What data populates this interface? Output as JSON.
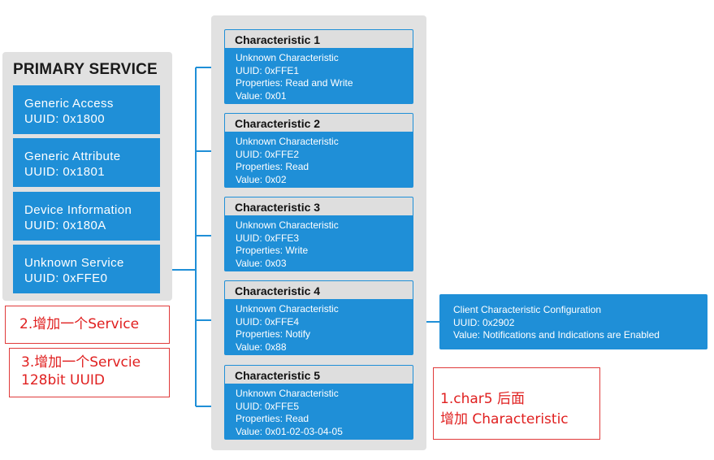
{
  "primary": {
    "title": "PRIMARY SERVICE",
    "services": [
      {
        "name": "Generic Access",
        "uuid": "UUID:  0x1800"
      },
      {
        "name": "Generic Attribute",
        "uuid": "UUID:  0x1801"
      },
      {
        "name": "Device Information",
        "uuid": "UUID:  0x180A"
      },
      {
        "name": "Unknown Service",
        "uuid": "UUID:  0xFFE0"
      }
    ]
  },
  "characteristics": [
    {
      "title": "Characteristic 1",
      "type": "Unknown Characteristic",
      "uuid": "UUID:  0xFFE1",
      "properties": "Properties: Read and Write",
      "value": "Value: 0x01"
    },
    {
      "title": "Characteristic 2",
      "type": "Unknown Characteristic",
      "uuid": "UUID:  0xFFE2",
      "properties": "Properties: Read",
      "value": "Value: 0x02"
    },
    {
      "title": "Characteristic 3",
      "type": "Unknown Characteristic",
      "uuid": "UUID:  0xFFE3",
      "properties": "Properties: Write",
      "value": "Value: 0x03"
    },
    {
      "title": "Characteristic 4",
      "type": "Unknown Characteristic",
      "uuid": "UUID:  0xFFE4",
      "properties": "Properties: Notify",
      "value": "Value: 0x88"
    },
    {
      "title": "Characteristic 5",
      "type": "Unknown Characteristic",
      "uuid": "UUID:  0xFFE5",
      "properties": "Properties: Read",
      "value": "Value: 0x01-02-03-04-05"
    }
  ],
  "descriptor": {
    "name": "Client Characteristic Configuration",
    "uuid": "UUID:  0x2902",
    "value": "Value:  Notifications and Indications are Enabled"
  },
  "notes": {
    "add_service": "2.增加一个Service",
    "add_service_128_line1": "3.增加一个Servcie",
    "add_service_128_line2": "128bit UUID",
    "add_char_line1": "1.char5 后面",
    "add_char_line2": "增加 Characteristic"
  },
  "colors": {
    "block_blue": "#1f8fd7",
    "panel_gray": "#e1e1e1",
    "note_red": "#e02020"
  }
}
